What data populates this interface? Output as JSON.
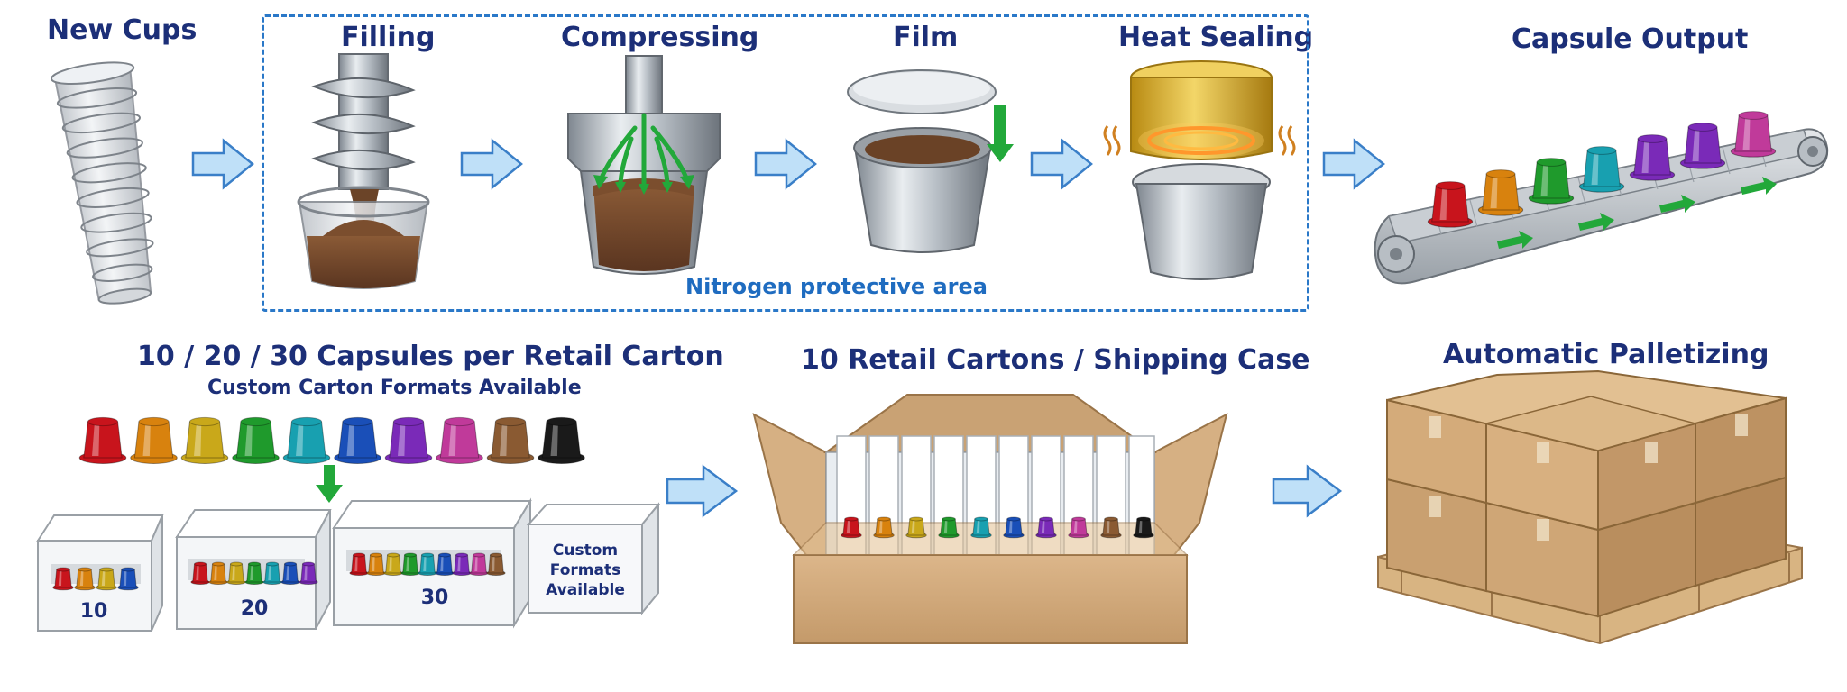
{
  "stages_top": {
    "new_cups": "New Cups",
    "filling": "Filling",
    "compressing": "Compressing",
    "film": "Film",
    "heat_sealing": "Heat Sealing",
    "capsule_output": "Capsule Output",
    "nitrogen_area": "Nitrogen protective area"
  },
  "stages_bottom": {
    "retail_title": "10 / 20 / 30 Capsules per Retail Carton",
    "retail_subtitle": "Custom Carton Formats Available",
    "shipping_title": "10 Retail Cartons / Shipping Case",
    "palletizing_title": "Automatic Palletizing"
  },
  "cartons": [
    {
      "label": "10"
    },
    {
      "label": "20"
    },
    {
      "label": "30"
    }
  ],
  "custom_box": {
    "line1": "Custom",
    "line2": "Formats",
    "line3": "Available"
  },
  "colors": {
    "capsules": [
      "#c8141c",
      "#d8820e",
      "#c9a81a",
      "#1f9a2c",
      "#18a0b0",
      "#1a4fb8",
      "#7a2ab8",
      "#c03a9a",
      "#8a5a32",
      "#1a1a1a"
    ],
    "arrow_fill": "#bfe0f8",
    "arrow_stroke": "#3a7fc8",
    "title_color": "#1c2f78",
    "nitrogen_border": "#2a78c8",
    "green_arrow": "#22a83a"
  }
}
